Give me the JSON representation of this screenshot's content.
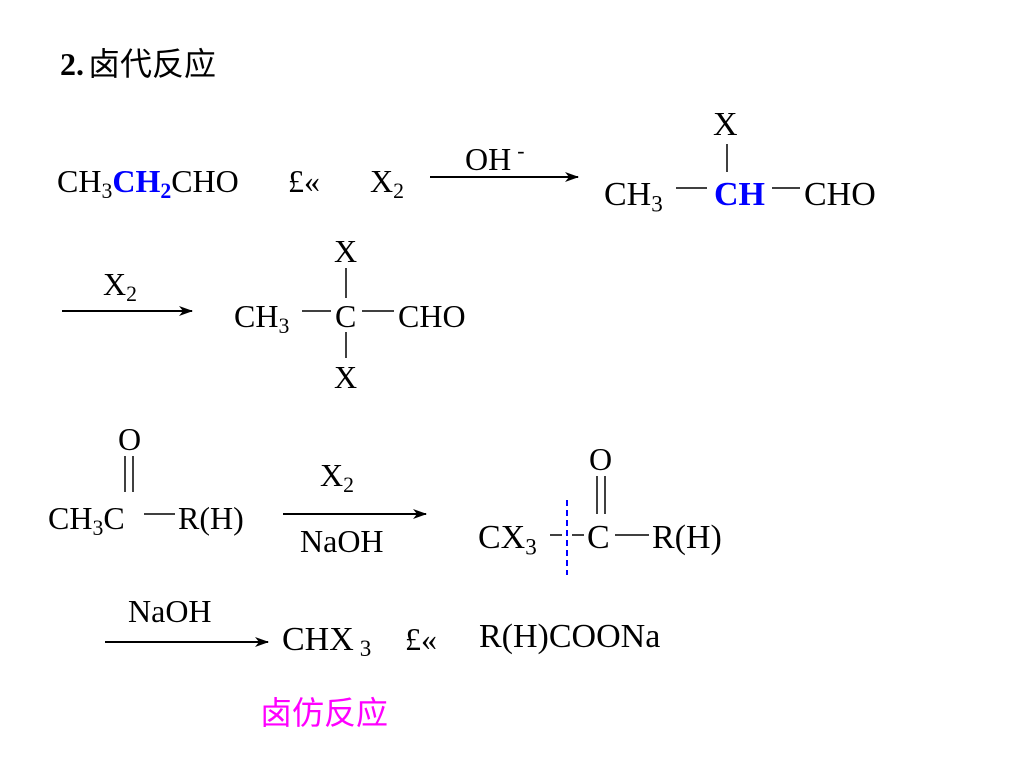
{
  "title": {
    "number": "2.",
    "text": "卤代反应"
  },
  "reaction1": {
    "reactant_pre": "CH",
    "reactant_sub3": "3",
    "reactant_hl": "CH",
    "reactant_hl_sub": "2",
    "reactant_post": "CHO",
    "plus": "£«",
    "reagent": "X",
    "reagent_sub": "2",
    "catalyst": "OH",
    "catalyst_sup": "-",
    "product_ch3": "CH",
    "product_ch3_sub": "3",
    "product_center": "CH",
    "product_cho": "CHO",
    "product_x": "X"
  },
  "reaction2": {
    "reagent": "X",
    "reagent_sub": "2",
    "product_ch3": "CH",
    "product_ch3_sub": "3",
    "product_center": "C",
    "product_cho": "CHO",
    "x_top": "X",
    "x_bottom": "X"
  },
  "reaction3": {
    "reactant_o": "O",
    "reactant_ch3": "CH",
    "reactant_ch3_sub": "3",
    "reactant_c": "C",
    "reactant_r": "R(H)",
    "reagent_top": "X",
    "reagent_top_sub": "2",
    "reagent_bottom": "NaOH",
    "product_o": "O",
    "product_cx3": "CX",
    "product_cx3_sub": "3",
    "product_c": "C",
    "product_r": "R(H)"
  },
  "reaction4": {
    "reagent": "NaOH",
    "product1": "CHX",
    "product1_sub": "3",
    "plus": "£«",
    "product2": "R(H)COONa",
    "name": "卤仿反应"
  },
  "colors": {
    "highlight": "#0000ff",
    "label": "#ff00ff",
    "cleave_line": "#0000ff"
  }
}
